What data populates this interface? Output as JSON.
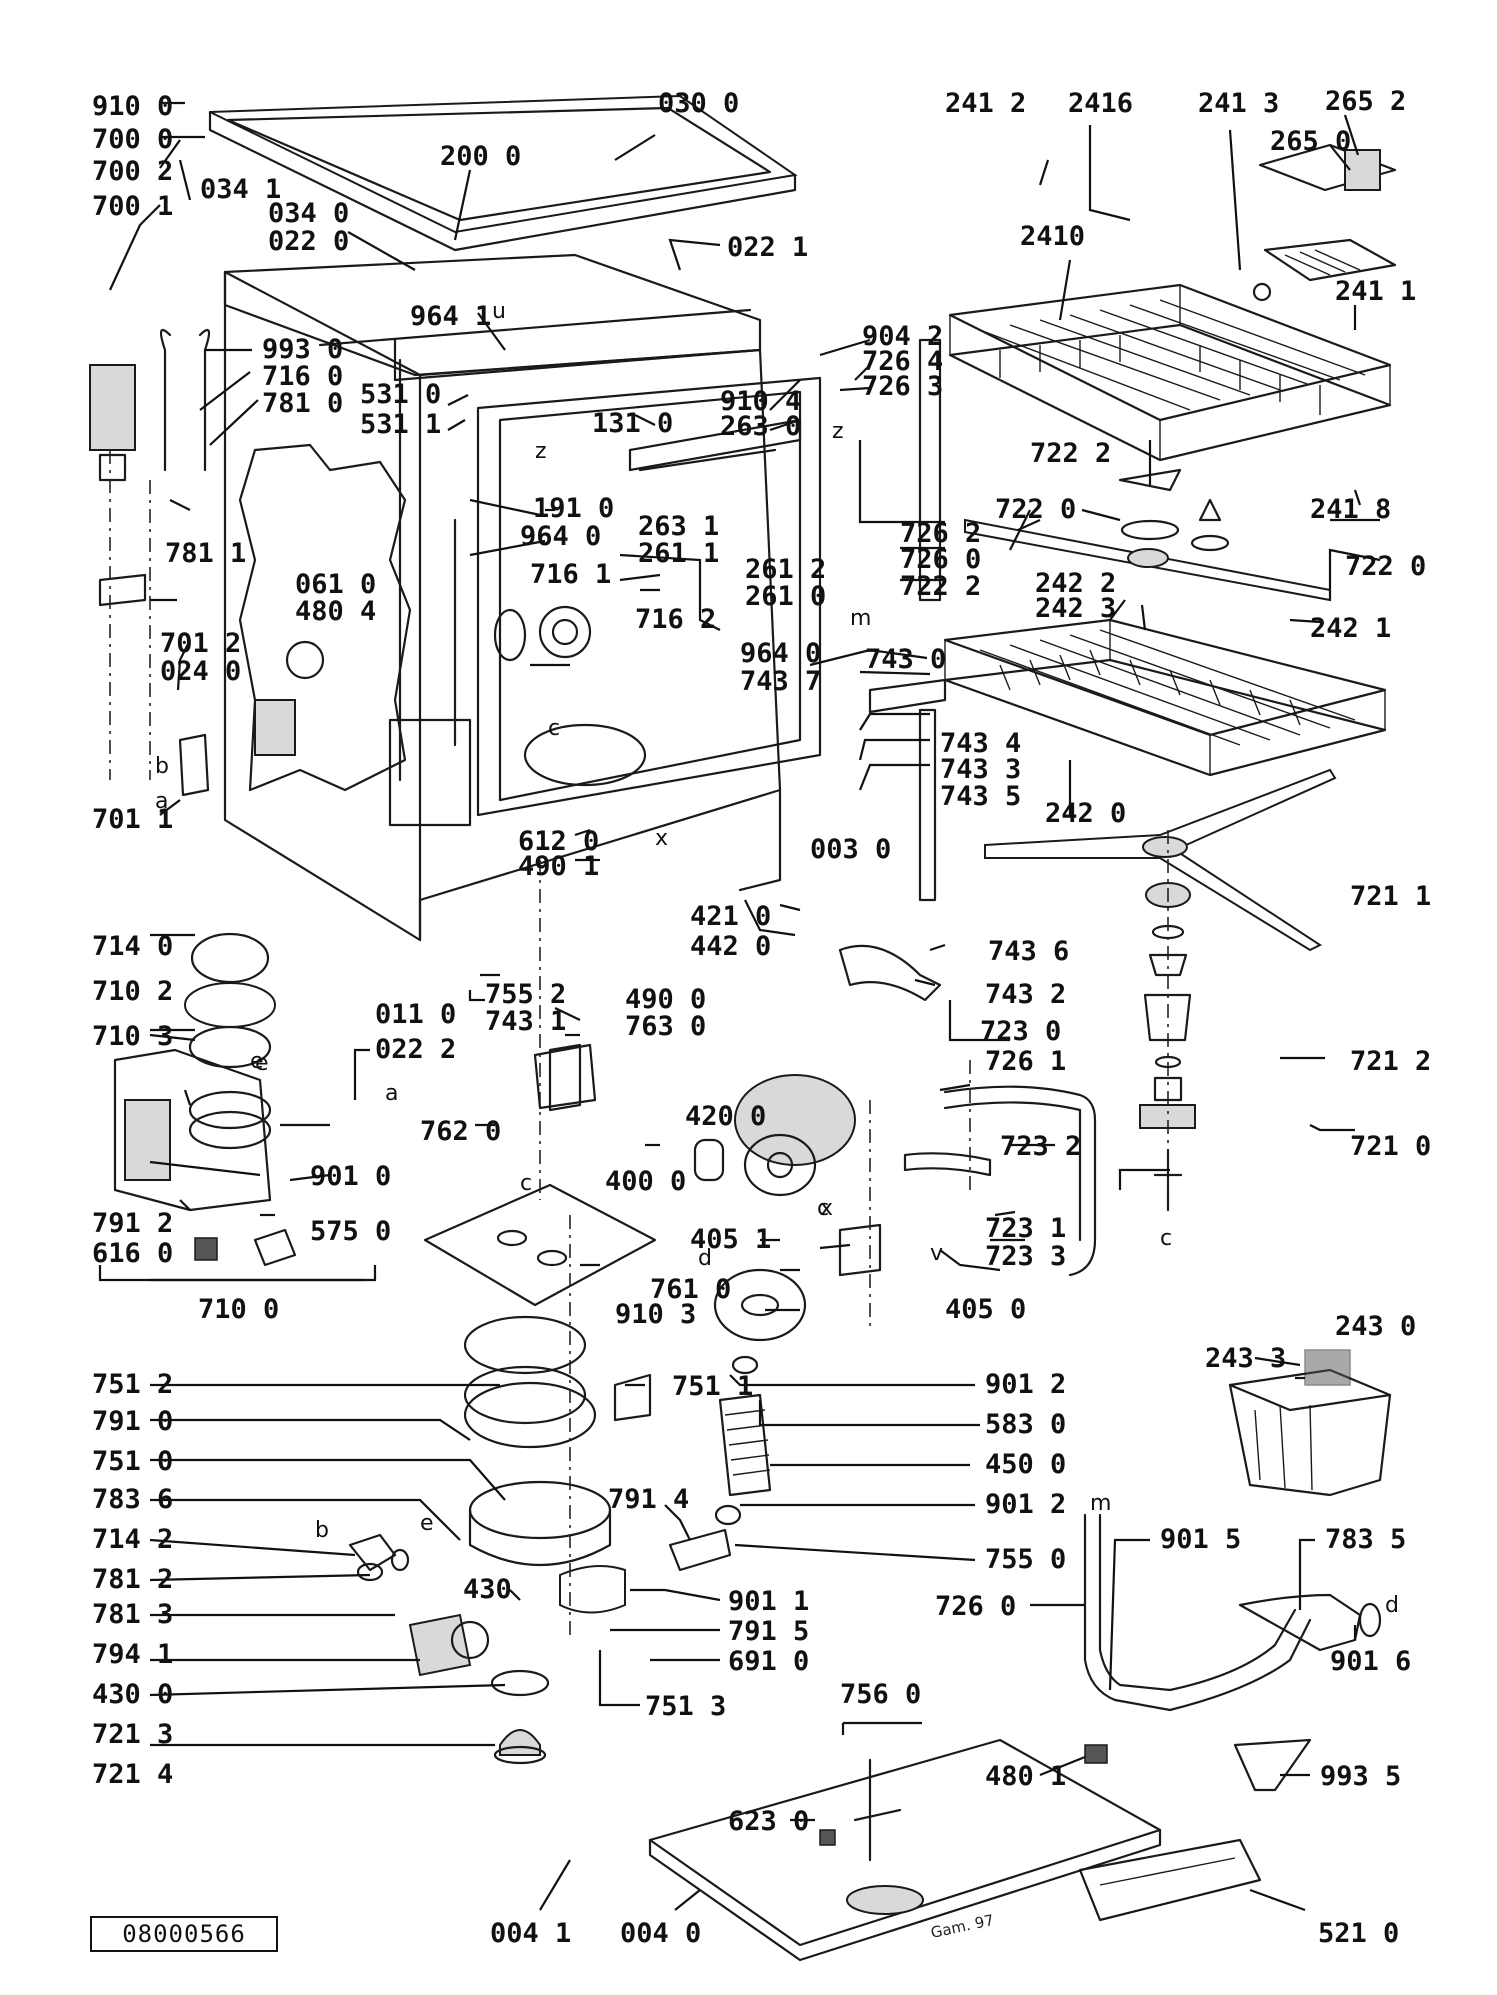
{
  "document_number": "08000566",
  "stamp": "Gam. 97",
  "callouts": {
    "c9100": "910 0",
    "c7000": "700 0",
    "c7002": "700 2",
    "c7001": "700 1",
    "c0341": "034 1",
    "c0300": "030 0",
    "c2000": "200 0",
    "c0340": "034 0",
    "c0220": "022 0",
    "c0221": "022 1",
    "c2412": "241 2",
    "c2416": "2416",
    "c2413": "241 3",
    "c2652": "265 2",
    "c2650": "265 0",
    "c2410": "2410",
    "c2411": "241 1",
    "c9930": "993 0",
    "c7160": "716 0",
    "c7810": "781 0",
    "c9641": "964 1",
    "c5310": "531 0",
    "c5311": "531 1",
    "c1310": "131 0",
    "c9042": "904 2",
    "c7264": "726 4",
    "c7263": "726 3",
    "c9104": "910 4",
    "c2630": "263 0",
    "c7811": "781 1",
    "c1910": "191 0",
    "c9640": "964 0",
    "c2631": "263 1",
    "c2611": "261 1",
    "c2612": "261 2",
    "c2610": "261 0",
    "c7262": "726 2",
    "c7260": "726 0",
    "c7222": "722 2",
    "c7220": "722 0",
    "c2418": "241 8",
    "c7161": "716 1",
    "c0610": "061 0",
    "c4804": "480 4",
    "c7162": "716 2",
    "c7012": "701 2",
    "c0240": "024 0",
    "c2422": "242 2",
    "c2423": "242 3",
    "c2421": "242 1",
    "c7430": "743 0",
    "c7437": "743 7",
    "c9640b": "964 0",
    "c7434": "743 4",
    "c7433": "743 3",
    "c7435": "743 5",
    "c2420": "242 0",
    "c7011": "701 1",
    "c6120": "612 0",
    "c4901": "490 1",
    "c0030": "003 0",
    "c7211": "721 1",
    "c4210": "421 0",
    "c4420": "442 0",
    "c7436": "743 6",
    "c7140": "714 0",
    "c7552": "755 2",
    "c7431": "743 1",
    "c7432": "743 2",
    "c7102": "710 2",
    "c0110": "011 0",
    "c4900": "490 0",
    "c7630": "763 0",
    "c7230": "723 0",
    "c7103": "710 3",
    "c0222": "022 2",
    "c7261": "726 1",
    "c7212": "721 2",
    "c7620": "762 0",
    "c4200": "420 0",
    "c4000": "400 0",
    "c7232": "723 2",
    "c7210": "721 0",
    "c9010": "901 0",
    "c7231": "723 1",
    "c7233": "723 3",
    "c7912": "791 2",
    "c6160": "616 0",
    "c5750": "575 0",
    "c4051": "405 1",
    "c7610": "761 0",
    "c9103": "910 3",
    "c4050": "405 0",
    "c7100": "710 0",
    "c7512": "751 2",
    "c2430": "243 0",
    "c2433": "243 3",
    "c7910": "791 0",
    "c7511": "751 1",
    "c9012": "901 2",
    "c7510": "751 0",
    "c5830": "583 0",
    "c7836": "783 6",
    "c4500": "450 0",
    "c7142": "714 2",
    "c7914": "791 4",
    "c9012b": "901 2",
    "c7812": "781 2",
    "c7550": "755 0",
    "c9015": "901 5",
    "c7835": "783 5",
    "c7813": "781 3",
    "c4300": "430",
    "c9011": "901 1",
    "c7941": "794 1",
    "c7915": "791 5",
    "c7260b": "726 0",
    "c4300b": "430 0",
    "c6910": "691 0",
    "c9016": "901 6",
    "c7213": "721 3",
    "c7513": "751 3",
    "c7560": "756 0",
    "c7214": "721 4",
    "c4801": "480 1",
    "c9935": "993 5",
    "c6230": "623 0",
    "c0041": "004 1",
    "c0040": "004 0",
    "c5210": "521 0"
  },
  "letters": {
    "a1": "a",
    "b1": "b",
    "c1": "c",
    "e1": "e",
    "a2": "a",
    "c2": "c",
    "x1": "x",
    "d1": "d",
    "z1": "z",
    "z2": "z",
    "m1": "m",
    "u1": "u",
    "v1": "v",
    "c3": "c",
    "c4": "c",
    "x2": "x",
    "b2": "b",
    "e2": "e",
    "m2": "m",
    "d2": "d",
    "e3": "e"
  }
}
